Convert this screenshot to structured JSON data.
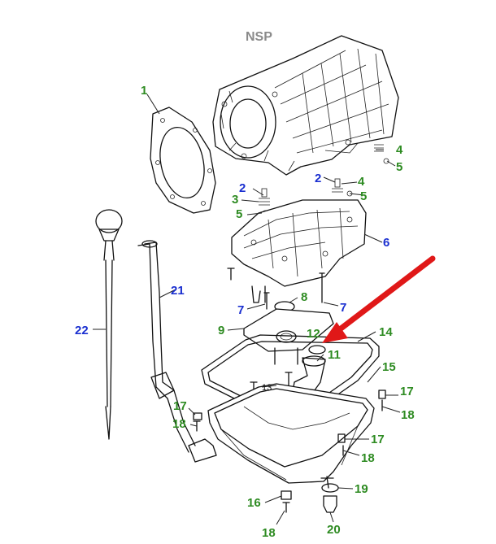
{
  "colors": {
    "green": "#2e8b22",
    "blue": "#1a2fd0",
    "gray": "#8a8a8a",
    "arrow": "#e01818",
    "ink": "#111111"
  },
  "labels": [
    {
      "id": "nsp",
      "text": "NSP",
      "color": "gray"
    },
    {
      "id": "l1",
      "text": "1",
      "color": "green"
    },
    {
      "id": "l2a",
      "text": "2",
      "color": "blue"
    },
    {
      "id": "l2b",
      "text": "2",
      "color": "blue"
    },
    {
      "id": "l3",
      "text": "3",
      "color": "green"
    },
    {
      "id": "l4a",
      "text": "4",
      "color": "green"
    },
    {
      "id": "l4b",
      "text": "4",
      "color": "green"
    },
    {
      "id": "l5a",
      "text": "5",
      "color": "green"
    },
    {
      "id": "l5b",
      "text": "5",
      "color": "green"
    },
    {
      "id": "l5c",
      "text": "5",
      "color": "green"
    },
    {
      "id": "l6",
      "text": "6",
      "color": "blue"
    },
    {
      "id": "l7a",
      "text": "7",
      "color": "blue"
    },
    {
      "id": "l7b",
      "text": "7",
      "color": "blue"
    },
    {
      "id": "l8",
      "text": "8",
      "color": "green"
    },
    {
      "id": "l9",
      "text": "9",
      "color": "green"
    },
    {
      "id": "l11",
      "text": "11",
      "color": "green"
    },
    {
      "id": "l12",
      "text": "12",
      "color": "green"
    },
    {
      "id": "l13",
      "text": "13",
      "color": "ink"
    },
    {
      "id": "l14",
      "text": "14",
      "color": "green"
    },
    {
      "id": "l15",
      "text": "15",
      "color": "green"
    },
    {
      "id": "l16",
      "text": "16",
      "color": "green"
    },
    {
      "id": "l17a",
      "text": "17",
      "color": "green"
    },
    {
      "id": "l17b",
      "text": "17",
      "color": "green"
    },
    {
      "id": "l17c",
      "text": "17",
      "color": "green"
    },
    {
      "id": "l18a",
      "text": "18",
      "color": "green"
    },
    {
      "id": "l18b",
      "text": "18",
      "color": "green"
    },
    {
      "id": "l18c",
      "text": "18",
      "color": "green"
    },
    {
      "id": "l18d",
      "text": "18",
      "color": "green"
    },
    {
      "id": "l19",
      "text": "19",
      "color": "green"
    },
    {
      "id": "l20",
      "text": "20",
      "color": "green"
    },
    {
      "id": "l21",
      "text": "21",
      "color": "blue"
    },
    {
      "id": "l22",
      "text": "22",
      "color": "blue"
    }
  ]
}
